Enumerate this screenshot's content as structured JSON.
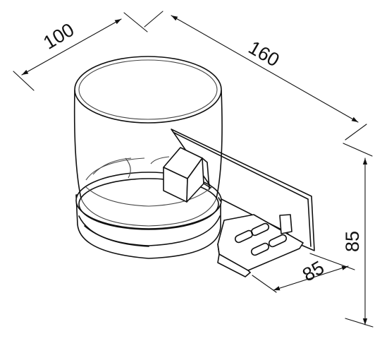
{
  "dimensions": {
    "depth_label": "100",
    "width_label": "160",
    "height_label": "85",
    "bracket_label": "85"
  },
  "colors": {
    "line": "#111111",
    "background": "#ffffff"
  }
}
